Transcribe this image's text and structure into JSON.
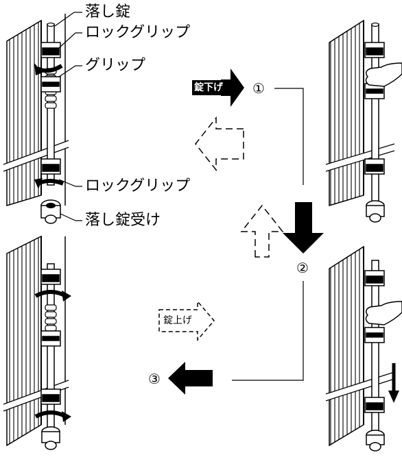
{
  "labels": {
    "drop_lock": "落し錠",
    "lock_grip_top": "ロックグリップ",
    "grip": "グリップ",
    "lock_grip_bottom": "ロックグリップ",
    "drop_lock_receiver": "落し錠受け"
  },
  "steps": {
    "step1": "①",
    "step2": "②",
    "step3": "③"
  },
  "tags": {
    "lock_down": "錠下げ",
    "lock_up": "錠上げ"
  },
  "colors": {
    "ink": "#000000",
    "paper": "#ffffff"
  }
}
